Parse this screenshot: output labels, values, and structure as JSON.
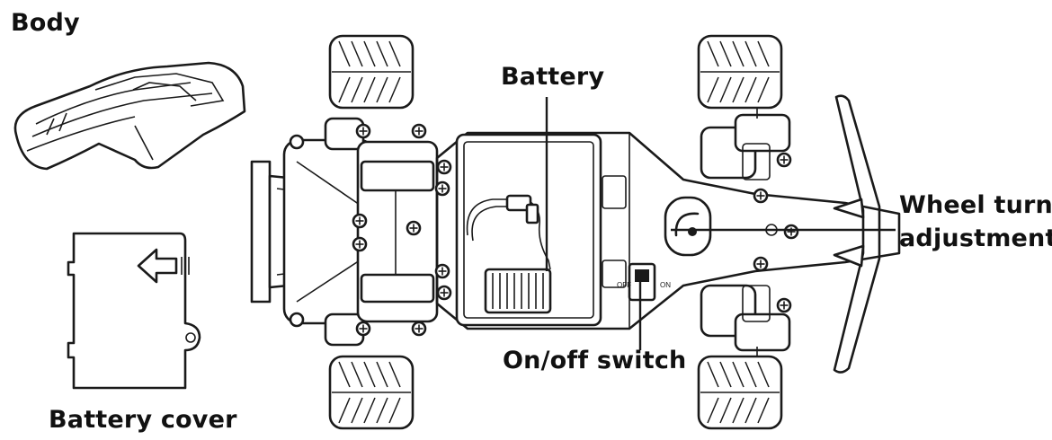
{
  "labels": {
    "body": "Body",
    "battery": "Battery",
    "wheel_turn_line1": "Wheel turn",
    "wheel_turn_line2": "adjustment",
    "on_off_switch": "On/off switch",
    "battery_cover": "Battery cover",
    "switch_off": "OFF",
    "switch_on": "ON"
  },
  "colors": {
    "ink": "#1a1a1a",
    "background": "#ffffff"
  }
}
